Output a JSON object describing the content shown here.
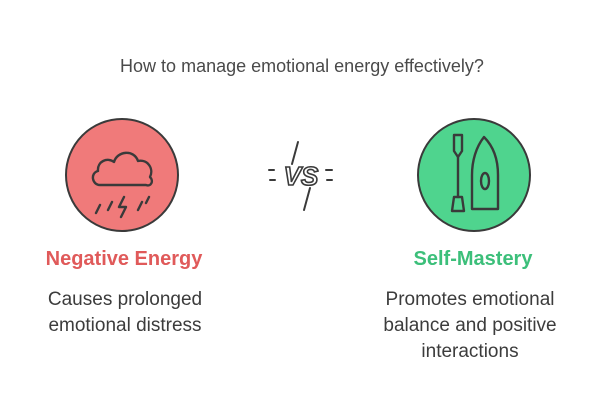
{
  "title": "How to manage emotional energy effectively?",
  "left": {
    "heading": "Negative Energy",
    "description_line1": "Causes prolonged",
    "description_line2": "emotional distress",
    "color": "#e05a5a",
    "circle_color": "#f07a7a",
    "icon": "storm-cloud-icon"
  },
  "vs_label": "VS",
  "right": {
    "heading": "Self-Mastery",
    "description_line1": "Promotes emotional",
    "description_line2": "balance and positive",
    "description_line3": "interactions",
    "color": "#3cbf7a",
    "circle_color": "#4fd48e",
    "icon": "paddle-and-boat-icon"
  }
}
